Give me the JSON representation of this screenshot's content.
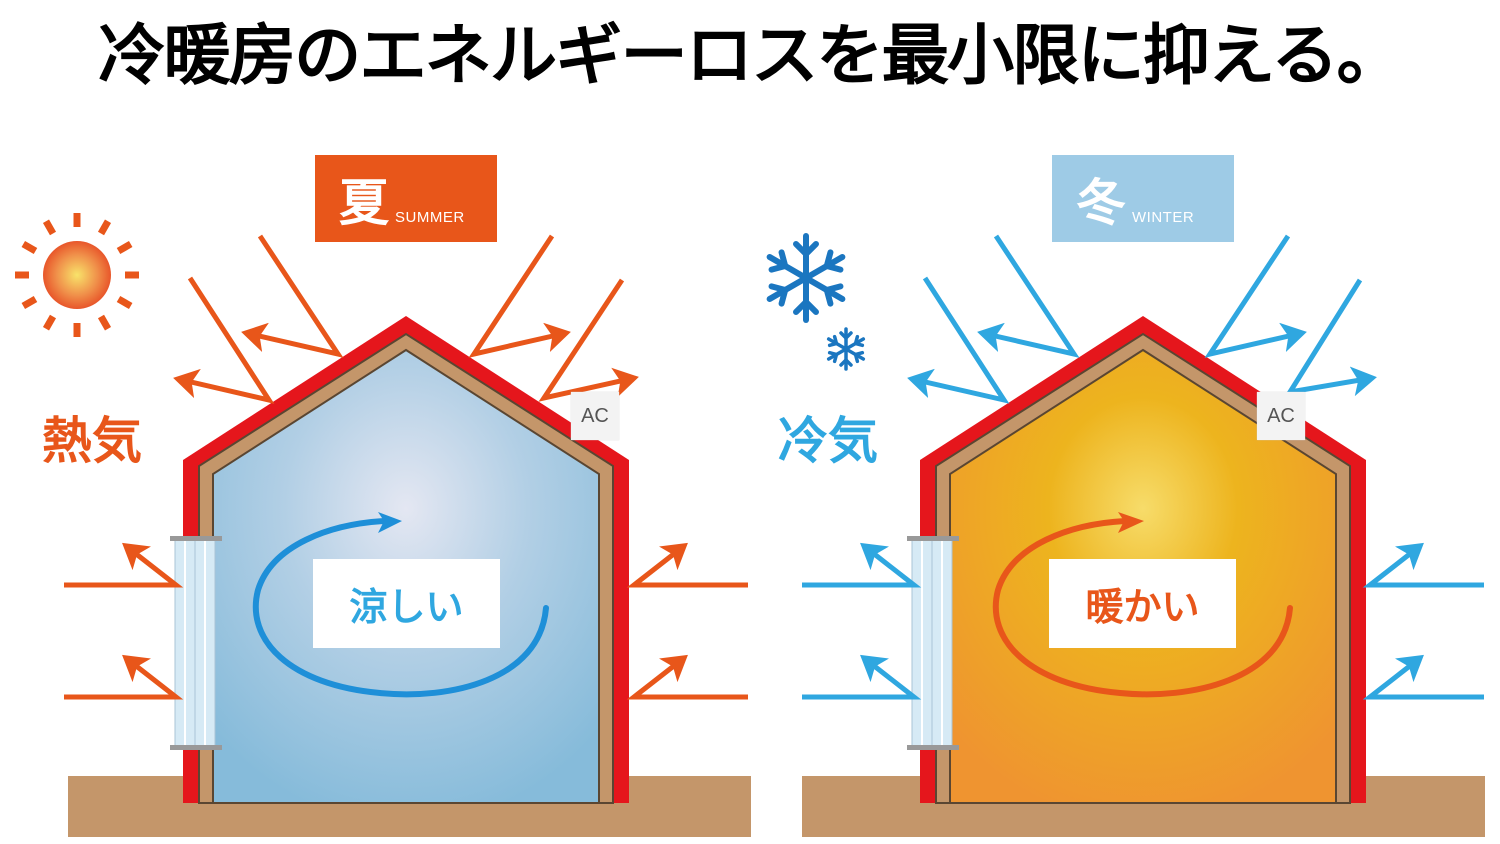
{
  "headline": "冷暖房のエネルギーロスを最小限に抑える。",
  "colors": {
    "summer_accent": "#E8561A",
    "winter_accent": "#2FA7E0",
    "winter_badge": "#9ECBE6",
    "outer_wall": "#E5161C",
    "insulation": "#C4966A",
    "ground": "#C4966A",
    "summer_interior": "#8FC0DD",
    "winter_interior": "#EDA528",
    "snowflake": "#1B76C0"
  },
  "panels": [
    {
      "season_kanji": "夏",
      "season_en": "SUMMER",
      "outside_label": "熱気",
      "inside_label": "涼しい",
      "ac_label": "AC",
      "weather_icon": "sun-icon"
    },
    {
      "season_kanji": "冬",
      "season_en": "WINTER",
      "outside_label": "冷気",
      "inside_label": "暖かい",
      "ac_label": "AC",
      "weather_icon": "snowflake-icon"
    }
  ]
}
